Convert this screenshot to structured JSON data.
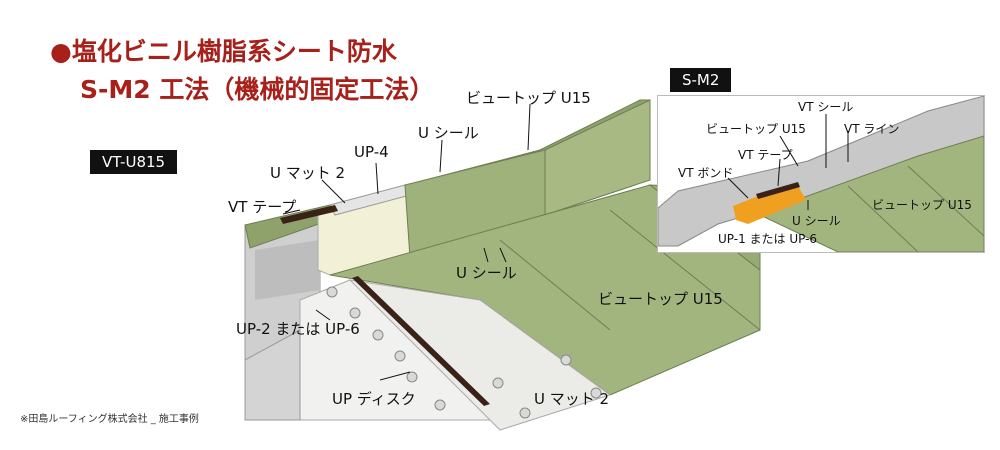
{
  "title": {
    "line1": "●塩化ビニル樹脂系シート防水",
    "line2": "S-M2 工法（機械的固定工法）"
  },
  "main_tag": "VT-U815",
  "inset_tag": "S-M2",
  "main_labels": {
    "vt_tape": "VT テープ",
    "u_mat2_top": "U マット 2",
    "up4": "UP-4",
    "u_seal_top": "U シール",
    "viewtop_top": "ビュートップ U15",
    "u_seal_mid": "U シール",
    "viewtop_mid": "ビュートップ U15",
    "up2_or_up6": "UP-2 または UP-6",
    "up_disk": "UP ディスク",
    "u_mat2_bottom": "U マット 2"
  },
  "inset_labels": {
    "vt_seal": "VT シール",
    "viewtop": "ビュートップ U15",
    "vt_line": "VT ライン",
    "vt_tape": "VT テープ",
    "vt_bond": "VT ボンド",
    "viewtop_right": "ビュートップ U15",
    "u_seal": "U シール",
    "up1_or_up6": "UP-1 または UP-6"
  },
  "footnote": "※田島ルーフィング株式会社 _ 施工事例",
  "colors": {
    "title": "#a8201a",
    "sheet_green": "#a3b57f",
    "sheet_green_dark": "#8d9f6a",
    "concrete": "#cfcfcf",
    "mat_white": "#f3f3f1",
    "bond_orange": "#f0a020"
  }
}
